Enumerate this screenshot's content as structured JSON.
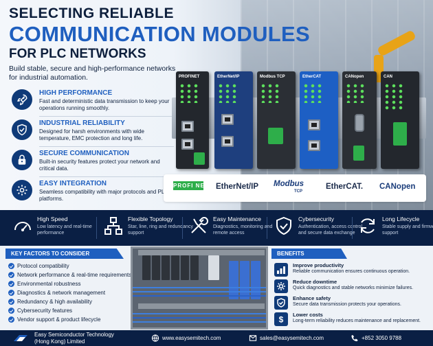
{
  "header": {
    "line1": "SELECTING RELIABLE",
    "line2": "COMMUNICATION MODULES",
    "line3": "FOR PLC NETWORKS",
    "subtitle": "Build stable, secure and high-performance networks for industrial automation."
  },
  "features": [
    {
      "title": "HIGH PERFORMANCE",
      "desc": "Fast and deterministic data transmission to keep your operations running smoothly.",
      "icon": "rocket-icon"
    },
    {
      "title": "INDUSTRIAL RELIABILITY",
      "desc": "Designed for harsh environments with wide temperature, EMC protection and long life.",
      "icon": "shield-check-icon"
    },
    {
      "title": "SECURE COMMUNICATION",
      "desc": "Built-in security features protect your network and critical data.",
      "icon": "lock-icon"
    },
    {
      "title": "EASY INTEGRATION",
      "desc": "Seamless compatibility with major protocols and PLC platforms.",
      "icon": "gear-icon"
    }
  ],
  "modules": [
    {
      "label": "PROFINET"
    },
    {
      "label": "EtherNet/IP"
    },
    {
      "label": "Modbus TCP"
    },
    {
      "label": "EtherCAT"
    },
    {
      "label": "CANopen"
    },
    {
      "label": "CAN"
    }
  ],
  "protocols": [
    {
      "name": "PROFI NET",
      "color": "#2eae4a"
    },
    {
      "name": "EtherNet/IP",
      "color": "#1a2a4a"
    },
    {
      "name": "Modbus",
      "sub": "TCP",
      "color": "#1a3c7a"
    },
    {
      "name": "EtherCAT.",
      "color": "#1a2a4a"
    },
    {
      "name": "CANopen",
      "color": "#1a3c7a"
    }
  ],
  "band": [
    {
      "title": "High Speed",
      "desc": "Low latency and real-time performance",
      "icon": "speedometer-icon"
    },
    {
      "title": "Flexible Topology",
      "desc": "Star, line, ring and redundancy support",
      "icon": "topology-icon"
    },
    {
      "title": "Easy Maintenance",
      "desc": "Diagnostics, monitoring and remote access",
      "icon": "wrench-screwdriver-icon"
    },
    {
      "title": "Cybersecurity",
      "desc": "Authentication, access control and secure data exchange",
      "icon": "shield-check-icon"
    },
    {
      "title": "Long Lifecycle",
      "desc": "Stable supply and firmware support",
      "icon": "refresh-icon"
    }
  ],
  "key_factors": {
    "heading": "KEY FACTORS TO CONSIDER",
    "items": [
      "Protocol compatibility",
      "Network performance & real-time requirements",
      "Environmental robustness",
      "Diagnostics & network management",
      "Redundancy & high availability",
      "Cybersecurity features",
      "Vendor support & product lifecycle"
    ]
  },
  "benefits": {
    "heading": "BENEFITS",
    "items": [
      {
        "title": "Improve productivity",
        "desc": "Reliable communication ensures continuous operation.",
        "icon": "bar-chart-icon"
      },
      {
        "title": "Reduce downtime",
        "desc": "Quick diagnostics and stable networks minimize failures.",
        "icon": "settings-icon"
      },
      {
        "title": "Enhance safety",
        "desc": "Secure data transmission protects your operations.",
        "icon": "shield-check-icon"
      },
      {
        "title": "Lower costs",
        "desc": "Long-term reliability reduces maintenance and replacement.",
        "icon": "dollar-icon"
      }
    ]
  },
  "footer": {
    "company_line1": "Easy Semiconductor Technology",
    "company_line2": "(Hong Kong) Limited",
    "website": "www.easysemitech.com",
    "email": "sales@easysemitech.com",
    "phone": "+852 3050 9788"
  },
  "colors": {
    "navy": "#0a1f44",
    "accent_blue": "#1f5fbf",
    "ethercat_blue": "#1d5fc4",
    "green": "#2eae4a"
  }
}
